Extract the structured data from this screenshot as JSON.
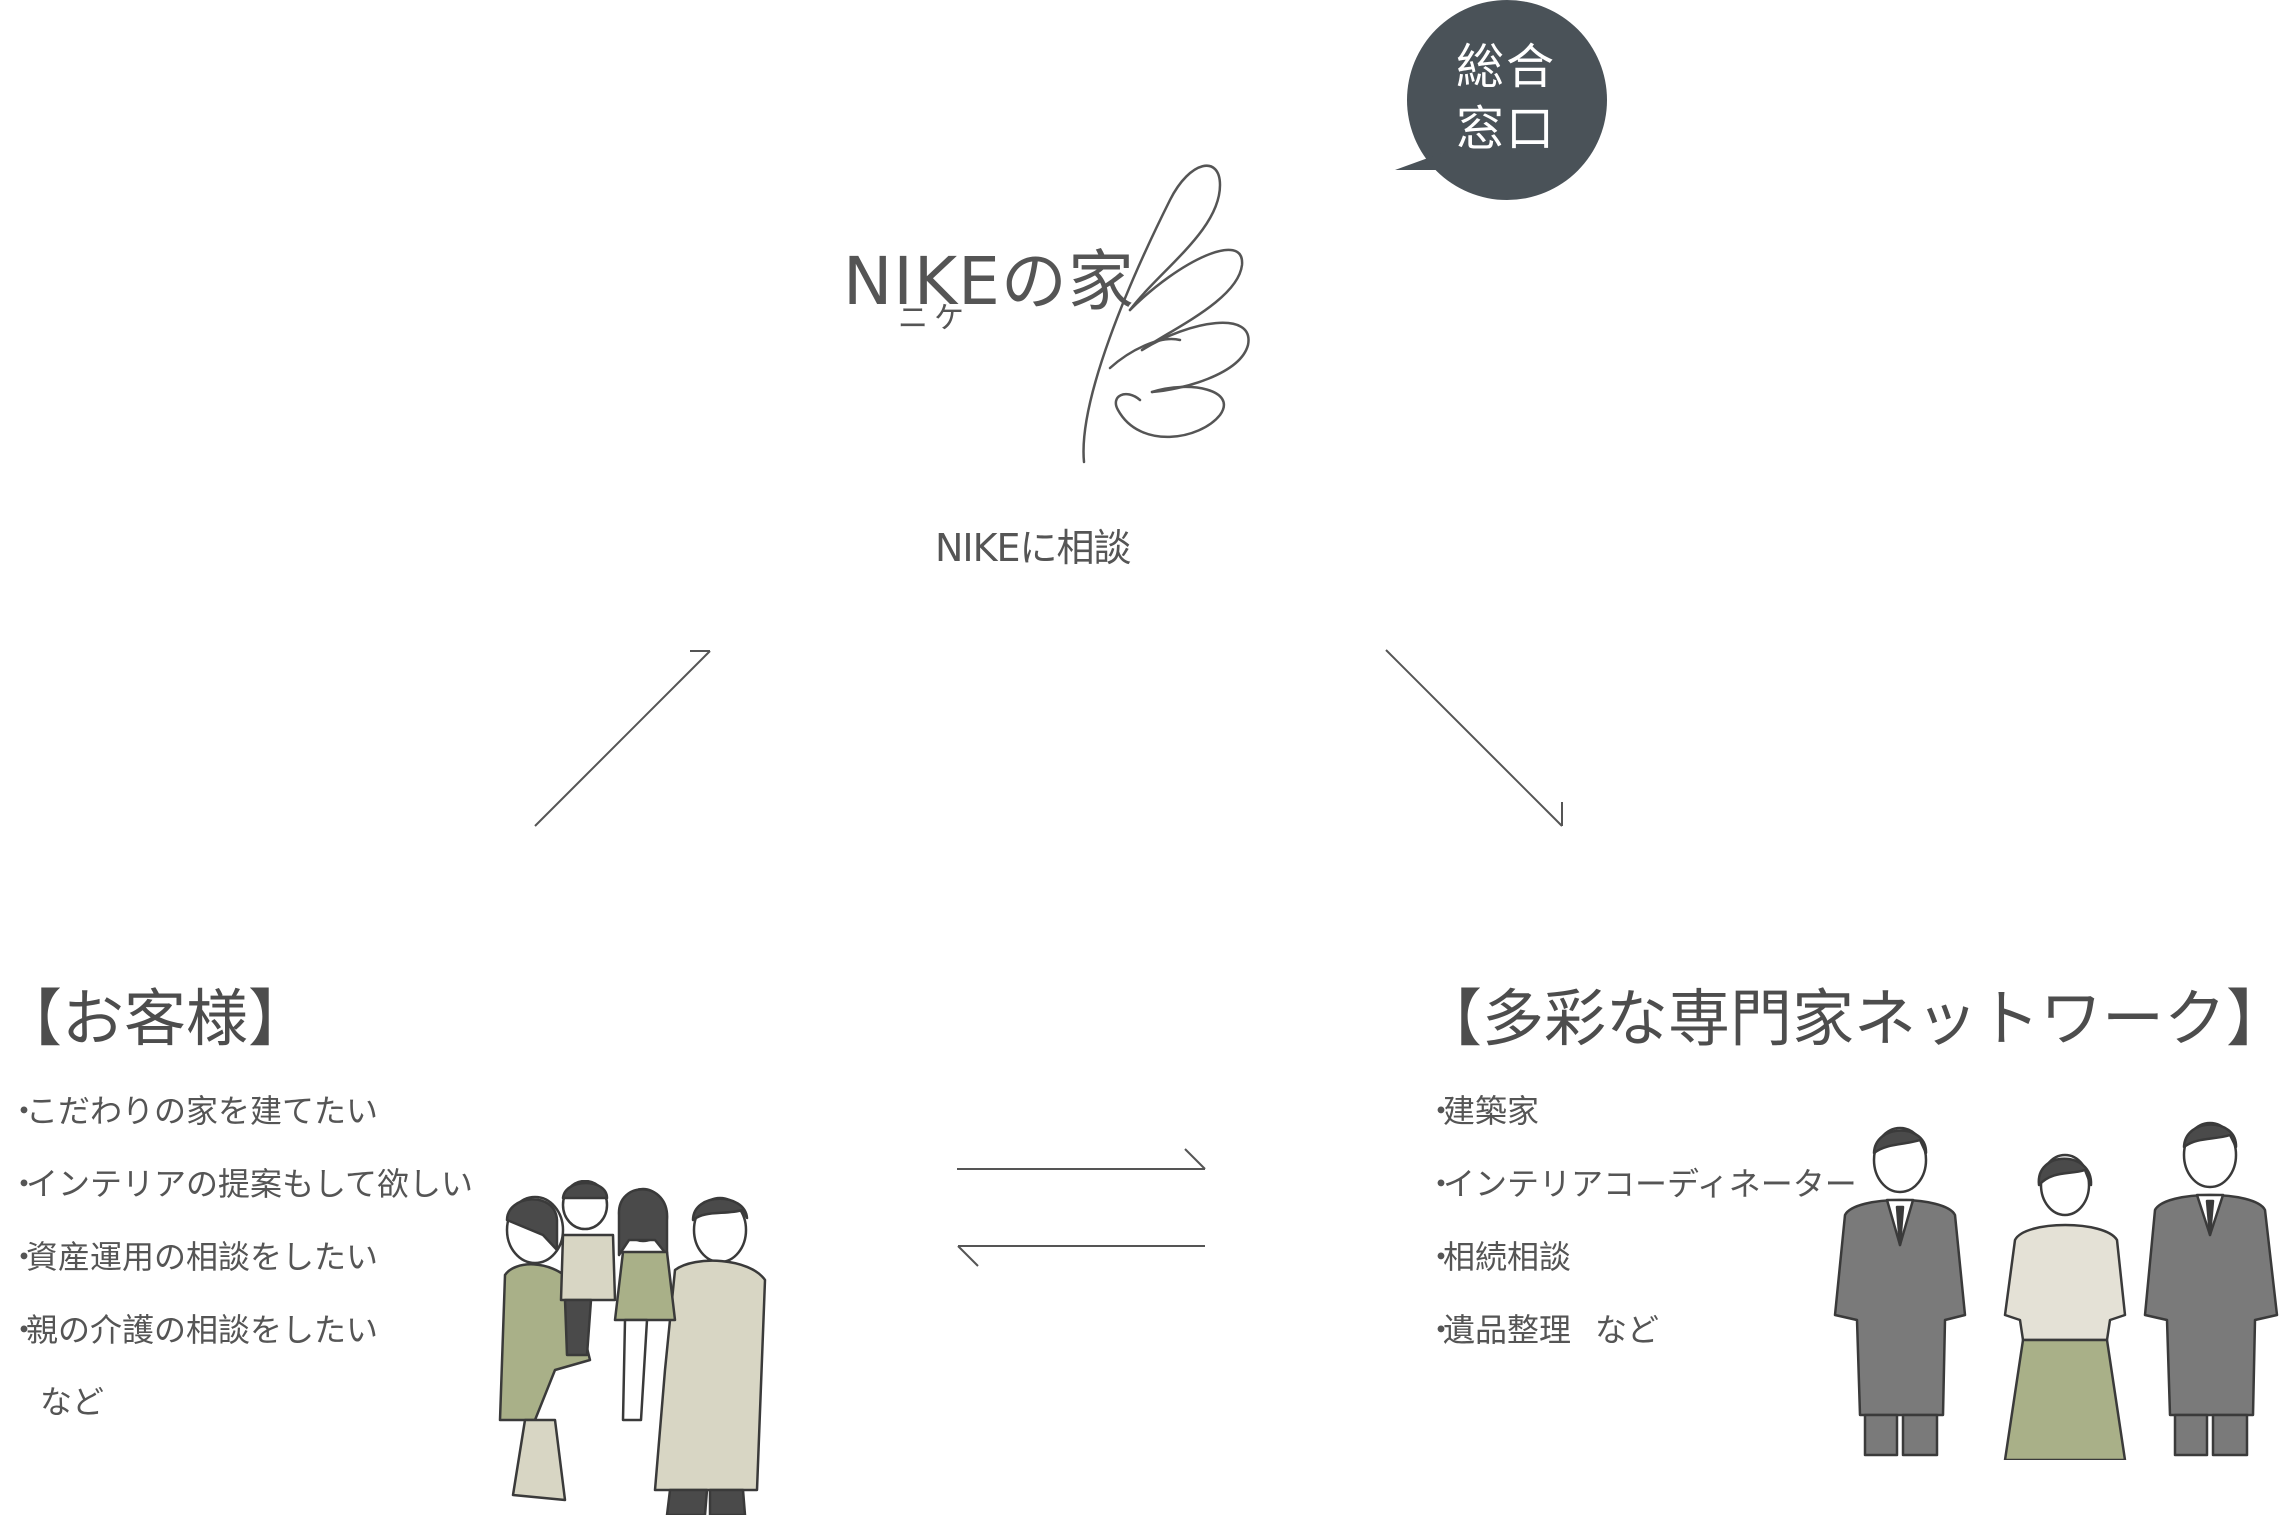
{
  "bubble": {
    "line1": "総合",
    "line2": "窓口",
    "color": "#4a5258"
  },
  "logo": {
    "wordmark": "NIKEの家",
    "ruby": "ニケ"
  },
  "center_label": "NIKEに相談",
  "customer": {
    "heading": "【お客様】",
    "items": [
      "こだわりの家を建てたい",
      "インテリアの提案もして欲しい",
      "資産運用の相談をしたい",
      "親の介護の相談をしたい"
    ],
    "note": "など"
  },
  "network": {
    "heading": "【多彩な専門家ネットワーク】",
    "items": [
      "建築家",
      "インテリアコーディネーター",
      "相続相談",
      "遺品整理"
    ],
    "note": "など"
  },
  "colors": {
    "line": "#555555",
    "olive": "#a9b088",
    "beige": "#d8d6c4",
    "suit": "#7a7a7a"
  }
}
